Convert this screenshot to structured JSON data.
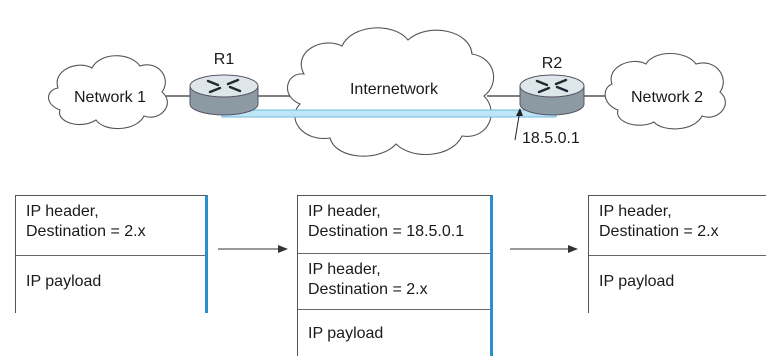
{
  "network": {
    "net1": "Network 1",
    "net2": "Network 2",
    "internet": "Internetwork",
    "r1": "R1",
    "r2": "R2",
    "address": "18.5.0.1"
  },
  "packets": [
    {
      "rows": [
        [
          "IP header,",
          "Destination = 2.x"
        ],
        [
          "IP payload"
        ]
      ]
    },
    {
      "rows": [
        [
          "IP header,",
          "Destination = 18.5.0.1"
        ],
        [
          "IP header,",
          "Destination = 2.x"
        ],
        [
          "IP payload"
        ]
      ]
    },
    {
      "rows": [
        [
          "IP header,",
          "Destination = 2.x"
        ],
        [
          "IP payload"
        ]
      ]
    }
  ],
  "colors": {
    "tunnel": "#bfe6f7",
    "tunnel_edge": "#6cb8dc",
    "box_edge": "#2a8fcf",
    "router_top": "#dfe6ea",
    "router_side": "#8b9aa3"
  }
}
